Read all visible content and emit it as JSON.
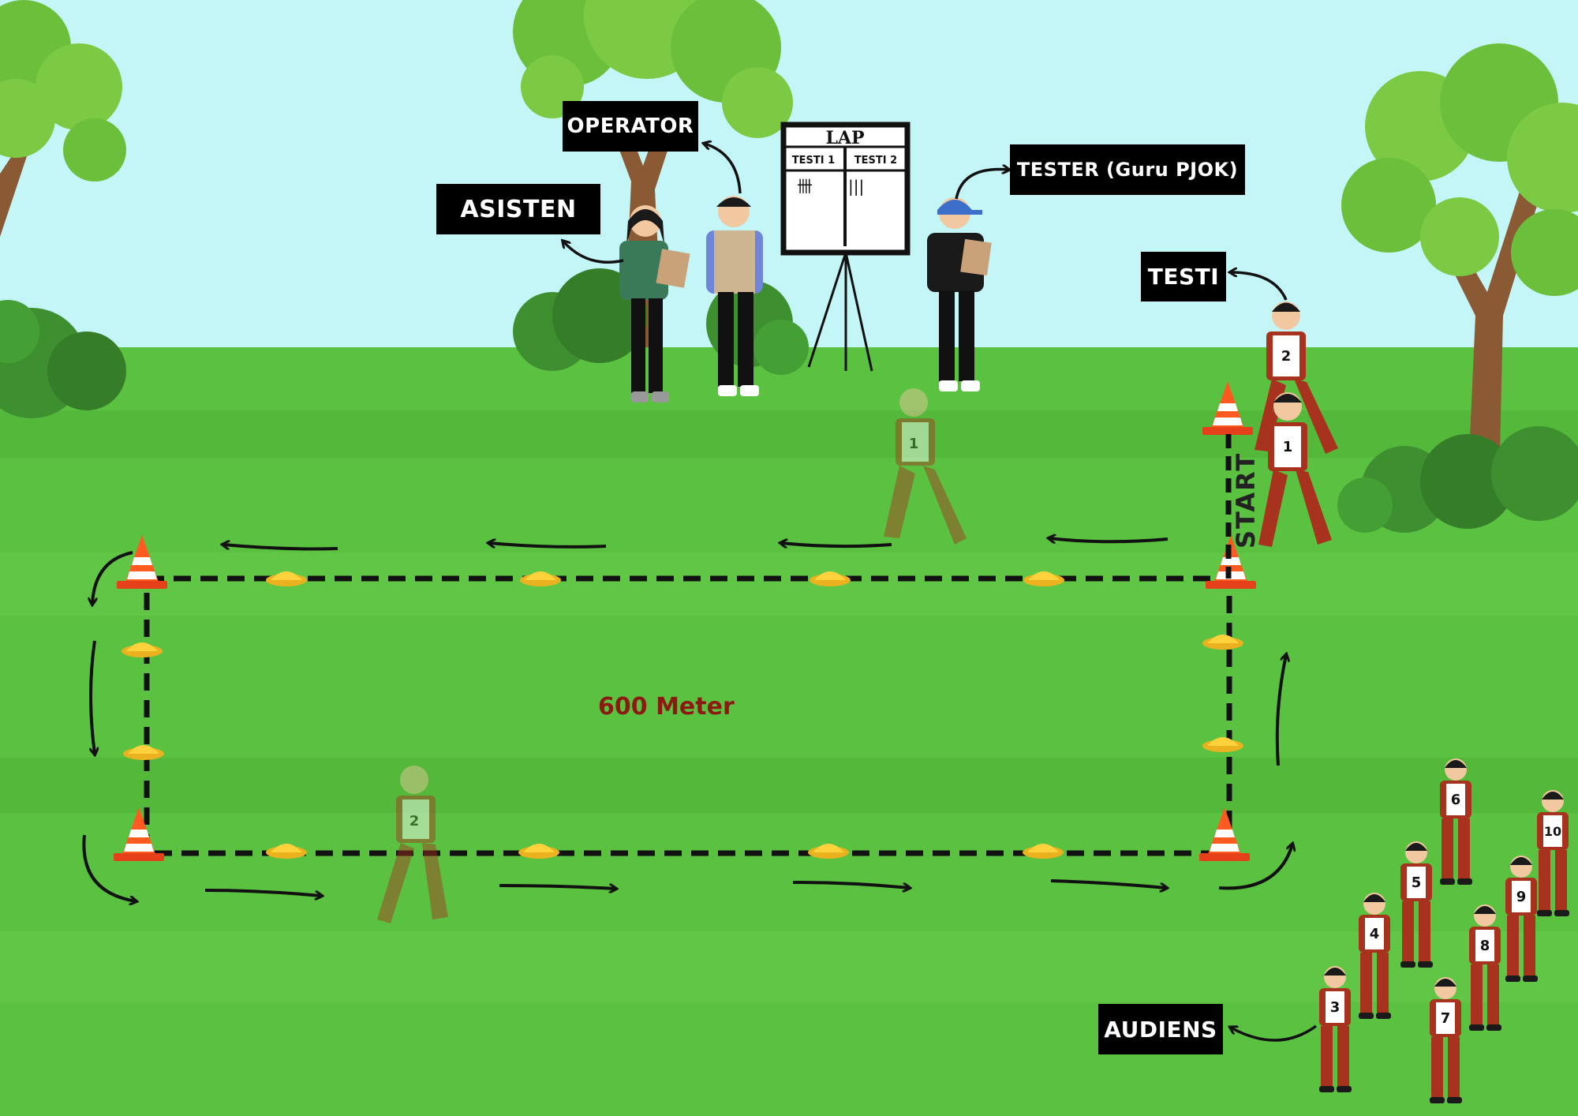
{
  "labels": {
    "operator": "OPERATOR",
    "asisten": "ASISTEN",
    "tester": "TESTER (Guru PJOK)",
    "testi": "TESTI",
    "audiens": "AUDIENS",
    "start": "START",
    "distance": "600 Meter"
  },
  "board": {
    "title": "LAP",
    "col1": "TESTI 1",
    "col2": "TESTI 2",
    "tally1": "卌",
    "tally2": "|||"
  },
  "runners": [
    "1",
    "2"
  ],
  "audience_numbers": [
    "3",
    "4",
    "5",
    "6",
    "7",
    "8",
    "9",
    "10"
  ],
  "colors": {
    "sky": "#c4f6f8",
    "grass": "#5bc241",
    "grass_dark": "#4aa936",
    "tree_leaf": "#7cc943",
    "tree_trunk": "#8a5a35",
    "shirt_red": "#a7321d",
    "cone": "#ff5a1f",
    "marker": "#ffd23c",
    "distance_text": "#8b1a12"
  }
}
